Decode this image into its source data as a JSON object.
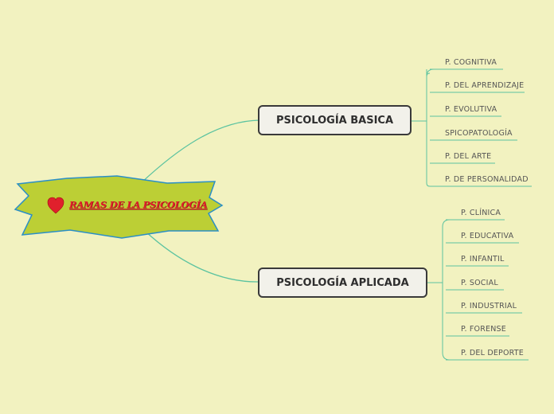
{
  "central": {
    "title": "RAMAS DE LA PSICOLOGÍA",
    "icon": "heart-icon"
  },
  "branches": [
    {
      "label": "PSICOLOGÍA BASICA",
      "children": [
        "P. COGNITIVA",
        "P. DEL APRENDIZAJE",
        "P. EVOLUTIVA",
        "SPICOPATOLOGÍA",
        "P. DEL ARTE",
        "P. DE PERSONALIDAD"
      ]
    },
    {
      "label": "PSICOLOGÍA APLICADA",
      "children": [
        "P. CLÍNICA",
        "P. EDUCATIVA",
        "P. INFANTIL",
        "P. SOCIAL",
        "P. INDUSTRIAL",
        "P. FORENSE",
        "P. DEL DEPORTE"
      ]
    }
  ],
  "colors": {
    "background": "#f2f2c0",
    "connector": "#5cc3a0",
    "central_fill": "#bccf35",
    "central_border": "#2a8fc7",
    "central_text": "#e0202c",
    "heart": "#e0202c"
  }
}
